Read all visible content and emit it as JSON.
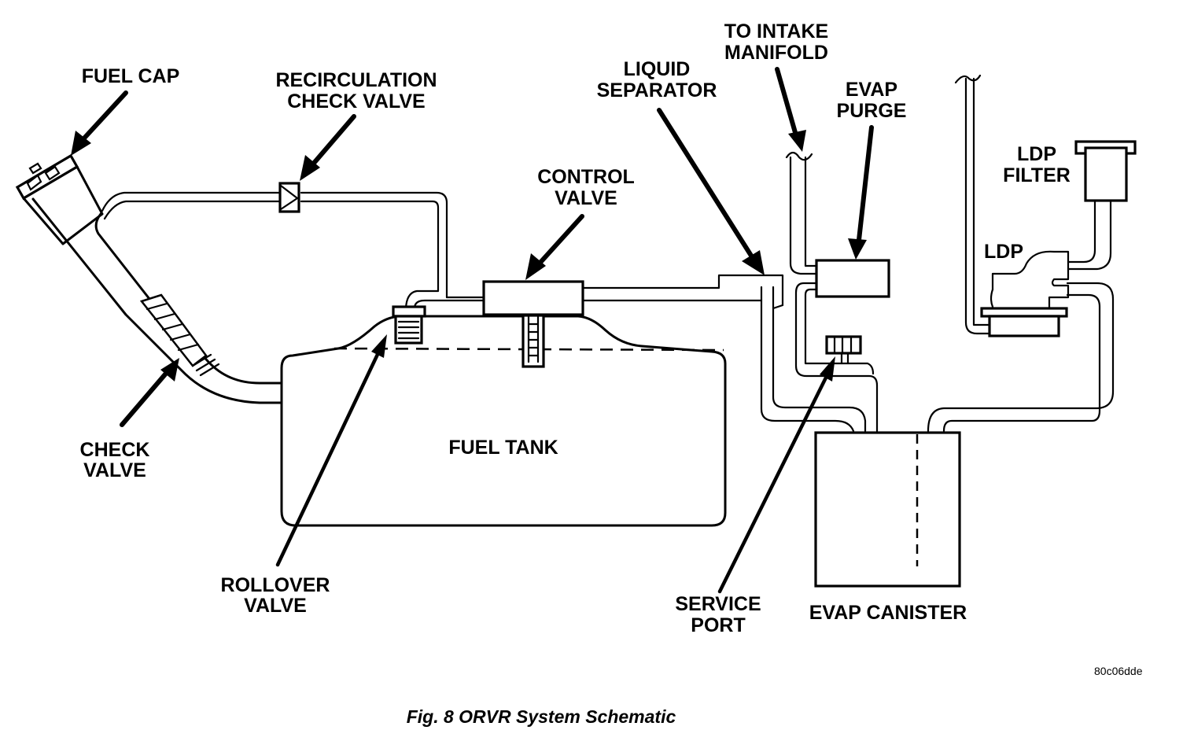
{
  "diagram": {
    "title": "ORVR System Schematic",
    "figure_caption": "Fig. 8 ORVR System Schematic",
    "reference_code": "80c06dde",
    "labels": {
      "fuel_cap": [
        "FUEL CAP"
      ],
      "recirculation_check_valve": [
        "RECIRCULATION",
        "CHECK VALVE"
      ],
      "control_valve": [
        "CONTROL",
        "VALVE"
      ],
      "liquid_separator": [
        "LIQUID",
        "SEPARATOR"
      ],
      "to_intake_manifold": [
        "TO INTAKE",
        "MANIFOLD"
      ],
      "evap_purge": [
        "EVAP",
        "PURGE"
      ],
      "ldp_filter": [
        "LDP",
        "FILTER"
      ],
      "ldp": [
        "LDP"
      ],
      "check_valve": [
        "CHECK",
        "VALVE"
      ],
      "fuel_tank": [
        "FUEL TANK"
      ],
      "rollover_valve": [
        "ROLLOVER",
        "VALVE"
      ],
      "service_port": [
        "SERVICE",
        "PORT"
      ],
      "evap_canister": [
        "EVAP CANISTER"
      ]
    },
    "components": [
      {
        "id": "fuel-cap",
        "name": "Fuel Cap"
      },
      {
        "id": "filler-neck",
        "name": "Filler Neck"
      },
      {
        "id": "check-valve",
        "name": "Check Valve"
      },
      {
        "id": "recirculation-check-valve",
        "name": "Recirculation Check Valve"
      },
      {
        "id": "fuel-tank",
        "name": "Fuel Tank"
      },
      {
        "id": "rollover-valve",
        "name": "Rollover Valve"
      },
      {
        "id": "control-valve",
        "name": "Control Valve"
      },
      {
        "id": "liquid-separator",
        "name": "Liquid Separator"
      },
      {
        "id": "evap-purge",
        "name": "EVAP Purge"
      },
      {
        "id": "service-port",
        "name": "Service Port"
      },
      {
        "id": "evap-canister",
        "name": "EVAP Canister"
      },
      {
        "id": "ldp",
        "name": "LDP"
      },
      {
        "id": "ldp-filter",
        "name": "LDP Filter"
      }
    ],
    "connections": [
      {
        "from": "filler-neck",
        "to": "recirculation-check-valve"
      },
      {
        "from": "recirculation-check-valve",
        "to": "rollover-valve"
      },
      {
        "from": "rollover-valve",
        "to": "control-valve"
      },
      {
        "from": "control-valve",
        "to": "liquid-separator"
      },
      {
        "from": "liquid-separator",
        "to": "evap-canister"
      },
      {
        "from": "evap-purge",
        "to": "to-intake-manifold"
      },
      {
        "from": "evap-purge",
        "to": "evap-canister"
      },
      {
        "from": "service-port",
        "to": "evap-canister"
      },
      {
        "from": "evap-canister",
        "to": "ldp"
      },
      {
        "from": "ldp",
        "to": "ldp-filter"
      }
    ]
  }
}
